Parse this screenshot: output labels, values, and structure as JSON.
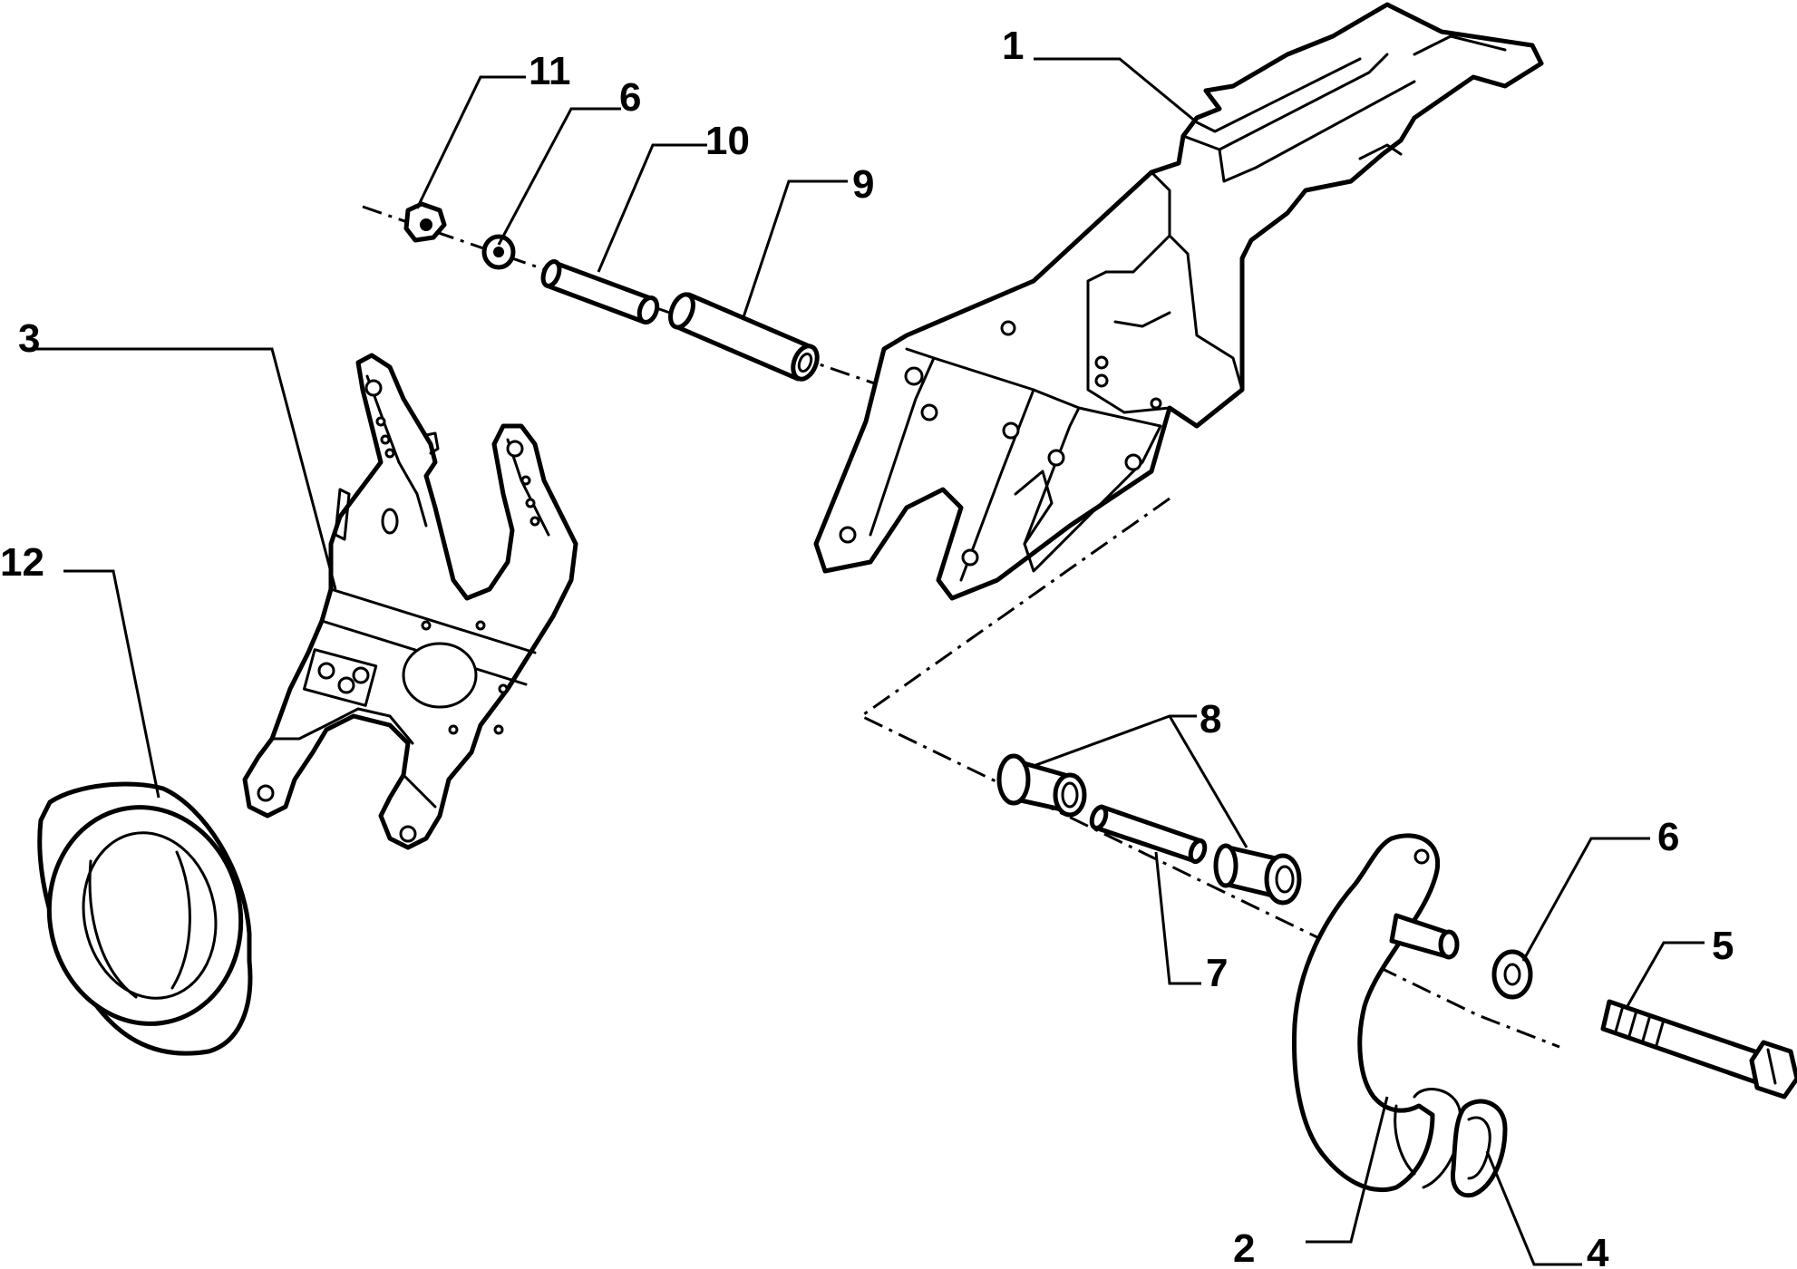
{
  "diagram": {
    "callouts": [
      {
        "id": "1",
        "label": "1"
      },
      {
        "id": "2",
        "label": "2"
      },
      {
        "id": "3",
        "label": "3"
      },
      {
        "id": "4",
        "label": "4"
      },
      {
        "id": "5",
        "label": "5"
      },
      {
        "id": "6a",
        "label": "6"
      },
      {
        "id": "6b",
        "label": "6"
      },
      {
        "id": "7",
        "label": "7"
      },
      {
        "id": "8",
        "label": "8"
      },
      {
        "id": "9",
        "label": "9"
      },
      {
        "id": "10",
        "label": "10"
      },
      {
        "id": "11",
        "label": "11"
      },
      {
        "id": "12",
        "label": "12"
      }
    ]
  }
}
